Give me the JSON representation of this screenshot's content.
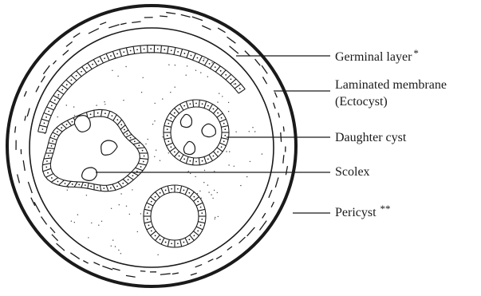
{
  "diagram": {
    "labels": {
      "germinal_layer": "Germinal layer",
      "germinal_layer_mark": "*",
      "laminated_membrane_line1": "Laminated membrane",
      "laminated_membrane_line2": "(Ectocyst)",
      "daughter_cyst": "Daughter cyst",
      "scolex": "Scolex",
      "pericyst": "Pericyst",
      "pericyst_mark": "**"
    }
  }
}
